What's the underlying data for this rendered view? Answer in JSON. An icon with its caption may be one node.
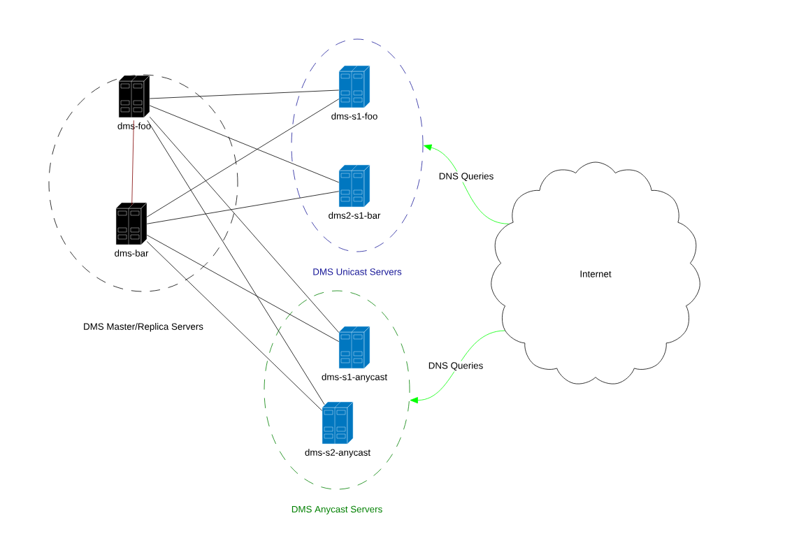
{
  "diagram": {
    "nodes": [
      {
        "text": [
          "DMS Master/Replica Servers"
        ]
      },
      {
        "text": [
          "dms-foo"
        ],
        "in": 0
      },
      {
        "text": [
          "dms-bar"
        ],
        "in": 0
      },
      {
        "text": [
          "DMS Unicast Servers"
        ]
      },
      {
        "text": [
          "dms-s1-foo"
        ],
        "in": 3
      },
      {
        "text": [
          "dms2-s1-bar"
        ],
        "in": 3
      },
      {
        "text": [
          "DMS Anycast Servers"
        ]
      },
      {
        "text": [
          "dms-s1-anycast"
        ],
        "in": 6
      },
      {
        "text": [
          "dms-s2-anycast"
        ],
        "in": 6
      },
      {
        "text": [
          "Internet"
        ]
      }
    ],
    "edges": [
      {
        "from": 1,
        "to": 2,
        "arrow": "none",
        "color": "#800000"
      },
      {
        "from": 1,
        "to": 4,
        "arrow": "none"
      },
      {
        "from": 1,
        "to": 5,
        "arrow": "none"
      },
      {
        "from": 1,
        "to": 7,
        "arrow": "none"
      },
      {
        "from": 1,
        "to": 8,
        "arrow": "none"
      },
      {
        "from": 2,
        "to": 4,
        "arrow": "none"
      },
      {
        "from": 2,
        "to": 5,
        "arrow": "none"
      },
      {
        "from": 2,
        "to": 7,
        "arrow": "none"
      },
      {
        "from": 2,
        "to": 8,
        "arrow": "none"
      },
      {
        "from": 9,
        "to": 3,
        "arrow": "to",
        "label": "DNS Queries",
        "color": "#00ff00"
      },
      {
        "from": 9,
        "to": 6,
        "arrow": "to",
        "label": "DNS Queries",
        "color": "#00ff00"
      }
    ]
  }
}
